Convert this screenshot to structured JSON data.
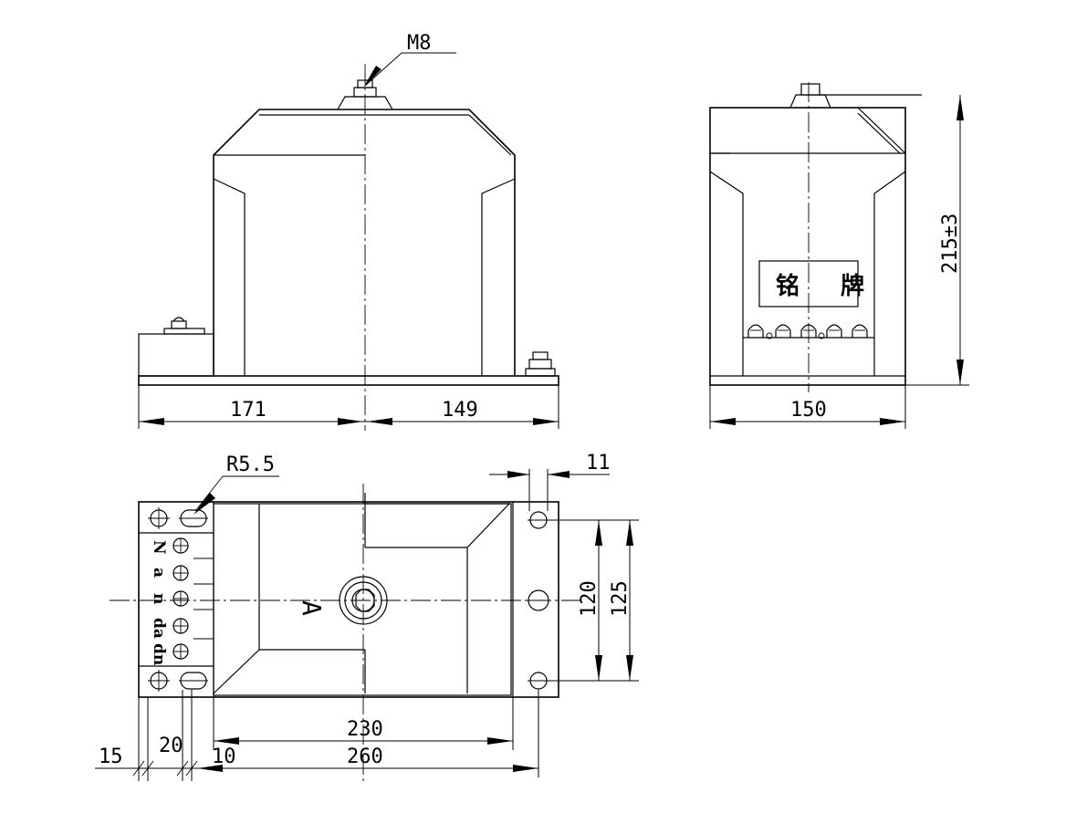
{
  "callouts": {
    "bolt_thread": "M8",
    "slot_radius": "R5.5"
  },
  "nameplate": {
    "text": "铭 牌"
  },
  "view_label": "A",
  "terminals": [
    "N",
    "a",
    "n",
    "da",
    "dn"
  ],
  "dimensions": {
    "front_left": "171",
    "front_right": "149",
    "side_width": "150",
    "side_height": "215±3",
    "plan_bolt_spacing_inner": "120",
    "plan_bolt_spacing_outer": "125",
    "plan_slot_width": "11",
    "plan_inner_length": "230",
    "plan_total_length": "260",
    "plan_offset_15": "15",
    "plan_offset_20": "20",
    "plan_offset_10": "10"
  }
}
